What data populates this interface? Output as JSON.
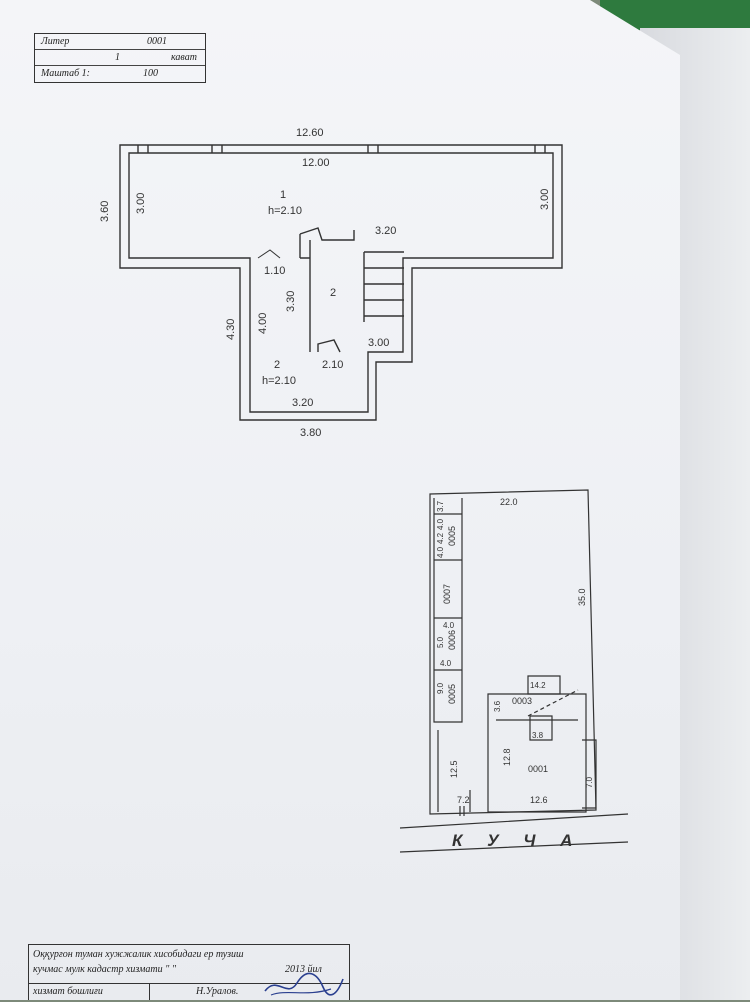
{
  "stamp": {
    "liter_label": "Литер",
    "liter_value": "0001",
    "floor_value": "1",
    "floor_label": "кават",
    "scale_label": "Маштаб 1:",
    "scale_value": "100"
  },
  "floor_plan": {
    "total_width": "12.60",
    "inner_width": "12.00",
    "room1_name": "1",
    "room1_height": "h=2.10",
    "left_height_outer": "3.60",
    "left_height_inner": "3.00",
    "right_height_inner": "3.00",
    "stair_room_width": "3.20",
    "stair_room_name": "2",
    "stair_depth": "3.30",
    "stair_bottom_width": "3.00",
    "stair_landing": "2.10",
    "small_width": "1.10",
    "room2_outer_height": "4.30",
    "room2_inner_height": "4.00",
    "room2_name": "2",
    "room2_height": "h=2.10",
    "room2_inner_width": "3.20",
    "room2_outer_width": "3.80"
  },
  "site_plan": {
    "top_width": "22.0",
    "right_length": "35.0",
    "dim_3_7": "3.7",
    "dim_4_0_a": "4.0",
    "dim_4_2": "4.2",
    "dim_4_0_b": "4.0",
    "block_0005a": "0005",
    "block_0007": "0007",
    "dim_4_0_c": "4.0",
    "dim_5_0": "5.0",
    "block_0006": "0006",
    "dim_4_0_d": "4.0",
    "dim_9_0": "9.0",
    "block_0005b": "0005",
    "dim_14_2": "14.2",
    "block_0003": "0003",
    "dim_3_6": "3.6",
    "dim_3_8": "3.8",
    "dim_12_5": "12.5",
    "dim_12_8": "12.8",
    "block_0001": "0001",
    "dim_7_2": "7.2",
    "dim_12_6": "12.6",
    "dim_7_0": "7.0",
    "street_name": "К У Ч А"
  },
  "footer": {
    "line1": "Оққурғон туман хужжалик хисобидаги ер тузиш",
    "line2_left": "кучмас мулк кадастр хизмати \"    \"",
    "line2_right": "2013 йил",
    "line3_left": "хизмат бошлиғи",
    "line3_name": "Н.Уралов."
  },
  "colors": {
    "ink": "#333333",
    "paper": "#eef0f4",
    "background": "#7d8a7a",
    "signature": "#2a3f8f"
  }
}
